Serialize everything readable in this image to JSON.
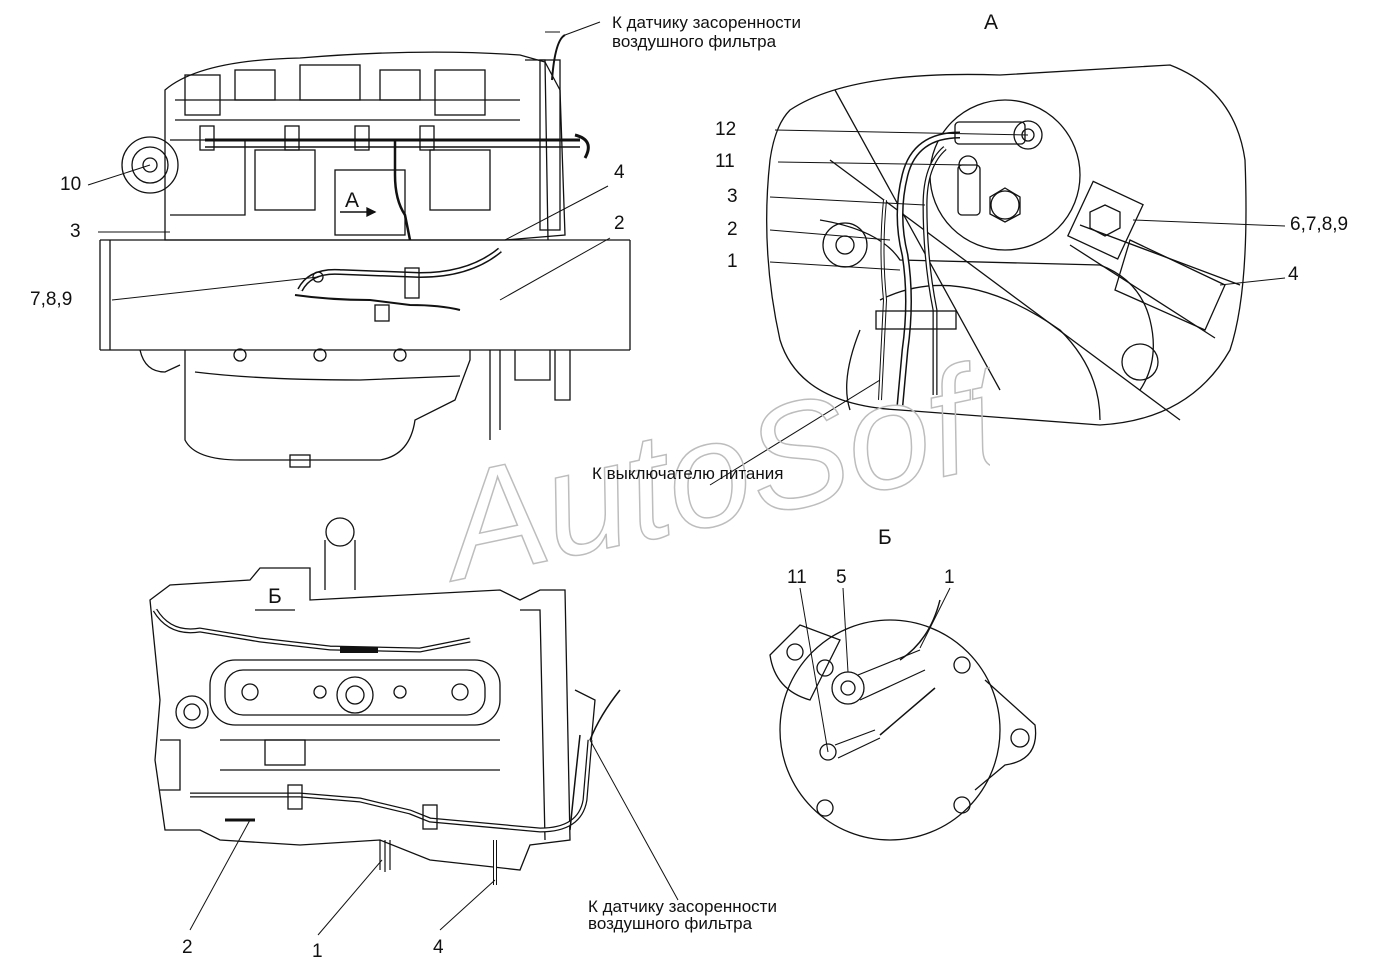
{
  "notes": {
    "air_filter_top_line1": "К датчику засоренности",
    "air_filter_top_line2": "воздушного фильтра",
    "power_switch": "К выключателю питания",
    "air_filter_bottom_line1": "К датчику засоренности",
    "air_filter_bottom_line2": "воздушного фильтра"
  },
  "views": {
    "view_a_title": "А",
    "view_a_marker": "А",
    "view_b_title": "Б",
    "view_b_marker": "Б"
  },
  "callouts": {
    "side_view": {
      "c10": "10",
      "c3": "3",
      "c789": "7,8,9",
      "c4": "4",
      "c2": "2"
    },
    "detail_a": {
      "c12": "12",
      "c11": "11",
      "c3": "3",
      "c2": "2",
      "c1": "1",
      "c6789": "6,7,8,9",
      "c4": "4"
    },
    "detail_b": {
      "c11": "11",
      "c5": "5",
      "c1": "1"
    },
    "top_view": {
      "c2": "2",
      "c1": "1",
      "c4": "4"
    }
  },
  "watermark": "AutoSoft"
}
